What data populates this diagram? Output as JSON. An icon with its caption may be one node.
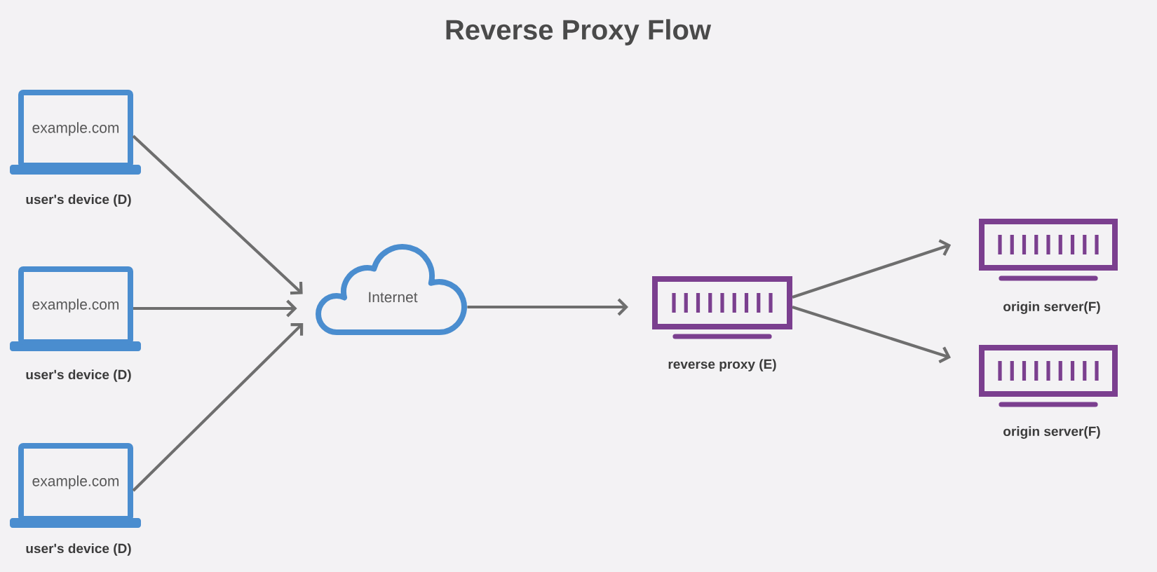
{
  "diagram": {
    "title": "Reverse Proxy Flow",
    "nodes": [
      {
        "text": [
          "example.com"
        ],
        "beside": [
          "user's device (D)"
        ]
      },
      {
        "text": [
          "example.com"
        ],
        "beside": [
          "user's device (D)"
        ]
      },
      {
        "text": [
          "example.com"
        ],
        "beside": [
          "user's device (D)"
        ]
      },
      {
        "text": [
          "Internet"
        ]
      },
      {
        "text": [],
        "shape": "box",
        "beside": [
          "reverse proxy (E)"
        ]
      },
      {
        "text": [],
        "shape": "box",
        "beside": [
          "origin server(F)"
        ]
      },
      {
        "text": [],
        "shape": "box",
        "beside": [
          "origin server(F)"
        ]
      }
    ],
    "edges": [
      {
        "from": 0,
        "to": 3,
        "arrow": "to"
      },
      {
        "from": 1,
        "to": 3,
        "arrow": "to"
      },
      {
        "from": 2,
        "to": 3,
        "arrow": "to"
      },
      {
        "from": 3,
        "to": 4,
        "arrow": "to"
      },
      {
        "from": 4,
        "to": 5,
        "arrow": "to"
      },
      {
        "from": 4,
        "to": 6,
        "arrow": "to"
      }
    ]
  }
}
